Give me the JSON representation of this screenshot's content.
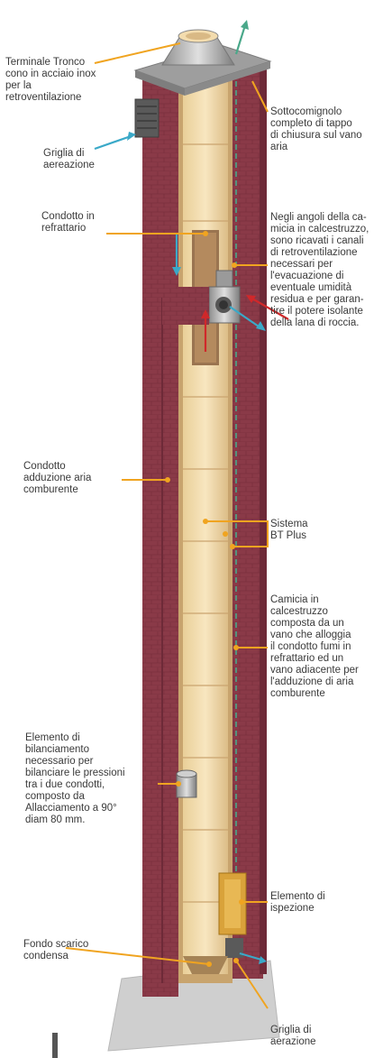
{
  "labels": {
    "terminale": "Terminale Tronco\ncono in acciaio inox\nper la\nretroventilazione",
    "sottocomignolo": "Sottocomignolo\ncompleto di tappo\ndi chiusura sul vano\naria",
    "griglia_aereazione": "Griglia di\naereazione",
    "condotto_refrattario": "Condotto in\nrefrattario",
    "angoli": "Negli angoli della ca-\nmicia in calcestruzzo,\nsono ricavati i canali\ndi retroventilazione\nnecessari per\nl'evacuazione di\neventuale umidità\nresidua e per garan-\ntire il potere isolante\ndella lana di roccia.",
    "condotto_adduzione": "Condotto\nadduzione aria\ncomburente",
    "sistema": "Sistema\nBT Plus",
    "camicia": "Camicia in\ncalcestruzzo\ncomposta da un\nvano che alloggia\nil condotto fumi in\nrefrattario ed un\nvano adiacente per\nl'adduzione di aria\ncomburente",
    "bilanciamento": "Elemento di\nbilanciamento\nnecessario per\nbilanciare le pressioni\ntra i due condotti,\ncomposto da\nAllacciamento a 90°\ndiam 80 mm.",
    "ispezione": "Elemento di\nispezione",
    "fondo": "Fondo scarico\ncondensa",
    "griglia_aerazione": "Griglia di\naerazione"
  },
  "colors": {
    "brick": "#8a3a48",
    "brick_dark": "#6e2a38",
    "refractory": "#f3dcae",
    "refractory_shade": "#e2c48e",
    "leader": "#f0a420",
    "steel": "#a9a9a9",
    "cyan": "#3aa9c8",
    "red": "#d0282a"
  }
}
